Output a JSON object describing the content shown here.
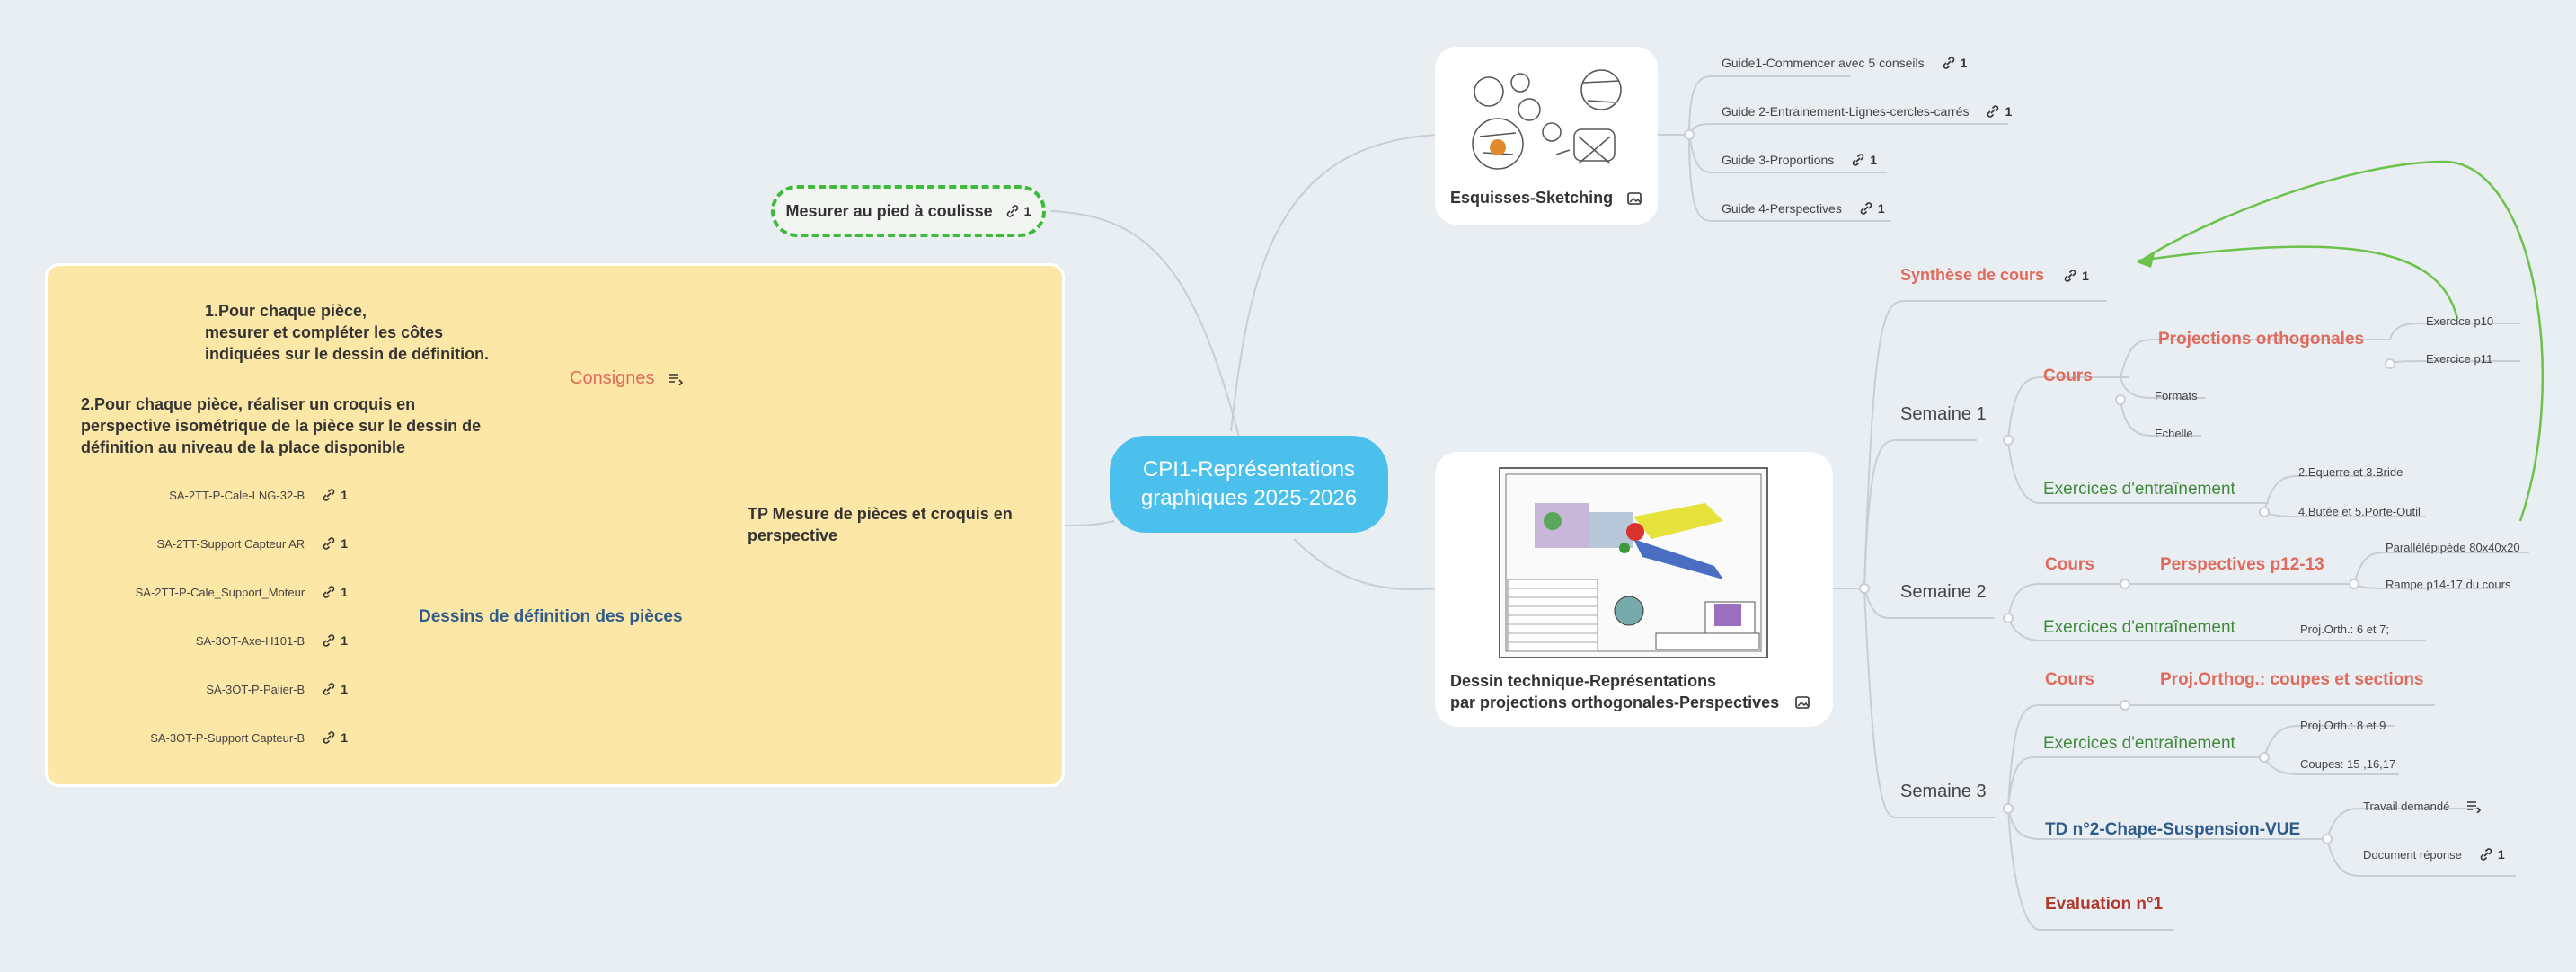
{
  "central": {
    "line1": "CPI1-Représentations",
    "line2": "graphiques 2025-2026"
  },
  "caliper": {
    "label": "Mesurer au pied à coulisse",
    "count": "1"
  },
  "tp": {
    "title_line1": "TP Mesure de pièces et croquis en",
    "title_line2": "perspective",
    "consignes": "Consignes",
    "consigne1": [
      "1.Pour chaque pièce,",
      "mesurer et compléter les côtes",
      "indiquées sur le dessin de définition."
    ],
    "consigne2": [
      "2.Pour chaque pièce, réaliser un croquis en",
      "perspective isométrique de la pièce sur le dessin de",
      "définition au niveau de la place disponible"
    ],
    "dessins_label": "Dessins de définition des pièces",
    "dessins": [
      {
        "label": "SA-2TT-P-Cale-LNG-32-B",
        "count": "1"
      },
      {
        "label": "SA-2TT-Support Capteur AR",
        "count": "1"
      },
      {
        "label": "SA-2TT-P-Cale_Support_Moteur",
        "count": "1"
      },
      {
        "label": "SA-3OT-Axe-H101-B",
        "count": "1"
      },
      {
        "label": "SA-3OT-P-Palier-B",
        "count": "1"
      },
      {
        "label": "SA-3OT-P-Support Capteur-B",
        "count": "1"
      }
    ]
  },
  "sketching": {
    "label": "Esquisses-Sketching",
    "guides": [
      {
        "label": "Guide1-Commencer avec 5 conseils",
        "count": "1"
      },
      {
        "label": "Guide 2-Entrainement-Lignes-cercles-carrés",
        "count": "1"
      },
      {
        "label": "Guide 3-Proportions",
        "count": "1"
      },
      {
        "label": "Guide 4-Perspectives",
        "count": "1"
      }
    ]
  },
  "dessin": {
    "label_line1": "Dessin technique-Représentations",
    "label_line2": "par projections orthogonales-Perspectives",
    "synthese": {
      "label": "Synthèse de cours",
      "count": "1"
    },
    "semaine1": {
      "label": "Semaine 1",
      "cours": "Cours",
      "projections": "Projections orthogonales",
      "ex_p10": "Exercice p10",
      "ex_p11": "Exercice p11",
      "formats": "Formats",
      "echelle": "Echelle",
      "exercices": "Exercices d'entraînement",
      "ex1": "2.Equerre et 3.Bride",
      "ex2": "4.Butée et 5.Porte-Outil"
    },
    "semaine2": {
      "label": "Semaine 2",
      "cours": "Cours",
      "perspectives": "Perspectives p12-13",
      "para": "Parallélépipède 80x40x20",
      "rampe": "Rampe p14-17 du cours",
      "exercices": "Exercices d'entraînement",
      "proj": "Proj.Orth.: 6 et 7;"
    },
    "semaine3": {
      "label": "Semaine 3",
      "cours": "Cours",
      "coupes": "Proj.Orthog.: coupes et sections",
      "exercices": "Exercices d'entraînement",
      "proj": "Proj.Orth.: 8 et 9",
      "coupes_ex": "Coupes: 15 ,16,17",
      "td": "TD n°2-Chape-Suspension-VUE",
      "travail": "Travail demandé",
      "document": {
        "label": "Document réponse",
        "count": "1"
      },
      "evaluation": "Evaluation n°1"
    }
  },
  "colors": {
    "background": "#e9eef3",
    "central": "#4cc0ec",
    "tp_panel": "#fde7a7",
    "red": "#e06a5b",
    "green": "#3f8a3a",
    "navy": "#2d5b8a",
    "arrow": "#6cc24a"
  }
}
